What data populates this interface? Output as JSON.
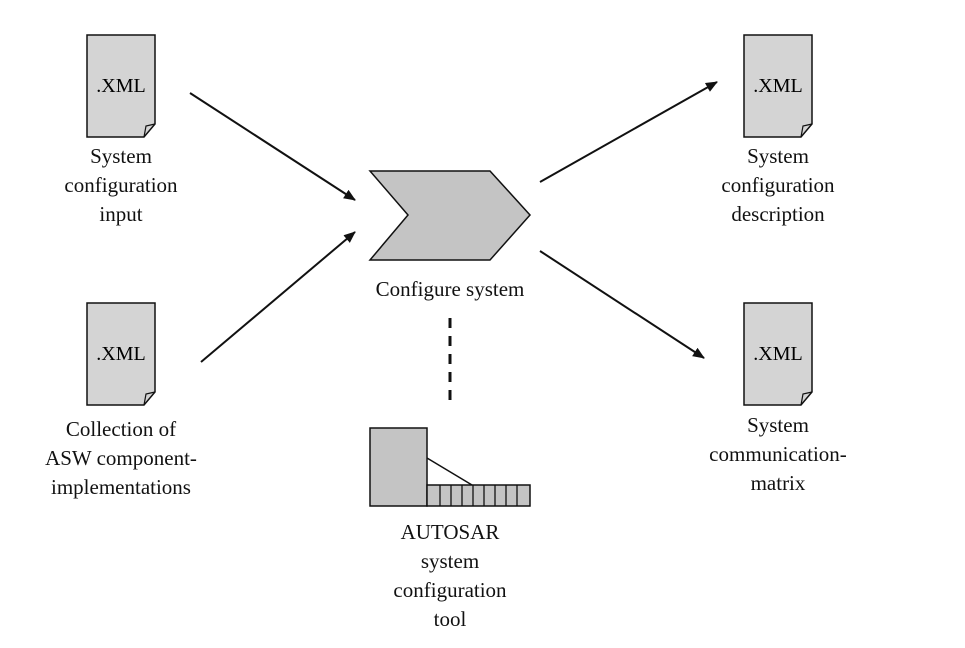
{
  "documents": {
    "input1": {
      "ext": ".XML",
      "caption": [
        "System",
        "configuration",
        "input"
      ]
    },
    "input2": {
      "ext": ".XML",
      "caption": [
        "Collection of",
        "ASW component-",
        "implementations"
      ]
    },
    "output1": {
      "ext": ".XML",
      "caption": [
        "System",
        "configuration",
        "description"
      ]
    },
    "output2": {
      "ext": ".XML",
      "caption": [
        "System",
        "communication-",
        "matrix"
      ]
    }
  },
  "process": {
    "label": "Configure system"
  },
  "tool": {
    "caption": [
      "AUTOSAR",
      "system",
      "configuration",
      "tool"
    ]
  },
  "colors": {
    "fill": "#d4d4d4",
    "stroke": "#111111"
  }
}
